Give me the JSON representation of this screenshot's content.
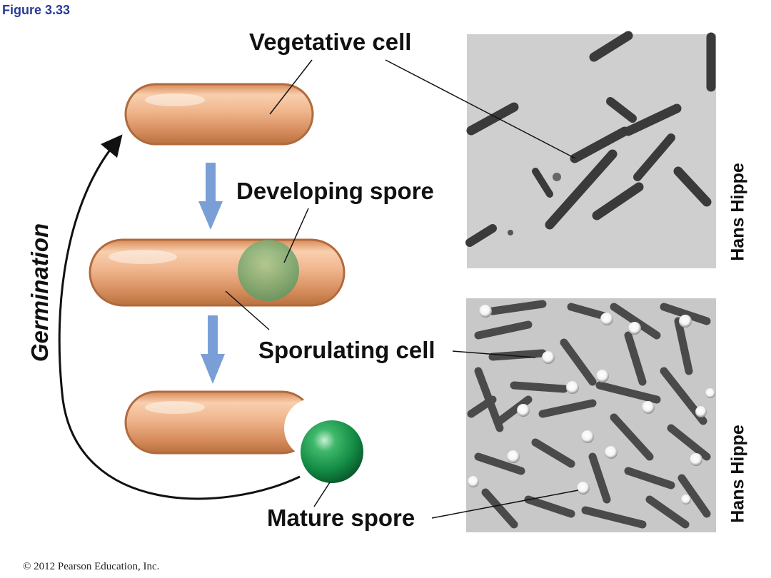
{
  "figure_label": "Figure 3.33",
  "labels": {
    "vegetative_cell": "Vegetative cell",
    "developing_spore": "Developing spore",
    "sporulating_cell": "Sporulating cell",
    "mature_spore": "Mature spore",
    "germination": "Germination"
  },
  "micrograph_credits": [
    "Hans Hippe",
    "Hans Hippe"
  ],
  "copyright": "© 2012 Pearson Education, Inc.",
  "colors": {
    "figure_label": "#2b3a93",
    "cell_body": "#e9a97c",
    "cell_outline": "#b06a3e",
    "developing_spore": "#7fa86a",
    "mature_spore": "#1a8a4a",
    "stage_arrow": "#7a9fd6",
    "micrograph_background": "#cfcfcf"
  }
}
